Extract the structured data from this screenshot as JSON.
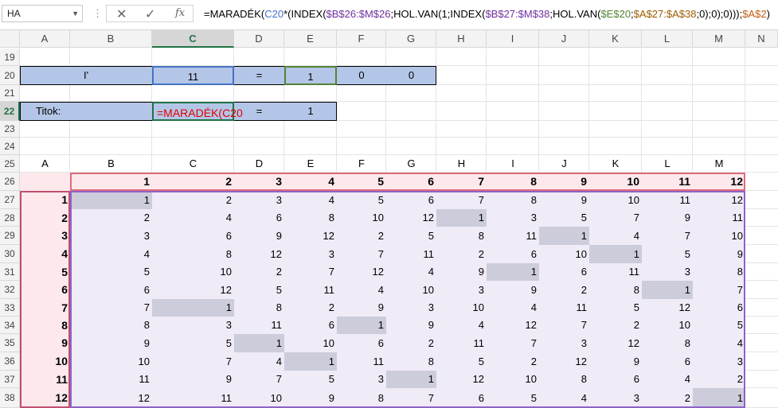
{
  "formula_bar": {
    "name_box": "HA",
    "formula_parts": [
      {
        "t": "=MARADÉK(",
        "c": ""
      },
      {
        "t": "C20",
        "c": "ref-blue"
      },
      {
        "t": "*(INDEX(",
        "c": ""
      },
      {
        "t": "$B$26:$M$26",
        "c": "ref-purple"
      },
      {
        "t": ";HOL.VAN(1;INDEX(",
        "c": ""
      },
      {
        "t": "$B$27:$M$38",
        "c": "ref-purple"
      },
      {
        "t": ";HOL.VAN(",
        "c": ""
      },
      {
        "t": "$E$20",
        "c": "ref-green"
      },
      {
        "t": ";",
        "c": ""
      },
      {
        "t": "$A$27:$A$38",
        "c": "ref-brown"
      },
      {
        "t": ";0);0);0)));",
        "c": ""
      },
      {
        "t": "$A$2",
        "c": "ref-orange"
      },
      {
        "t": ")",
        "c": ""
      }
    ]
  },
  "columns": [
    "A",
    "B",
    "C",
    "D",
    "E",
    "F",
    "G",
    "H",
    "I",
    "J",
    "K",
    "L",
    "M",
    "N"
  ],
  "selected_column": "C",
  "rows": [
    "19",
    "20",
    "21",
    "22",
    "23",
    "24",
    "25",
    "26",
    "27",
    "28",
    "29",
    "30",
    "31",
    "32",
    "33",
    "34",
    "35",
    "36",
    "37",
    "38"
  ],
  "selected_row": "22",
  "row20": {
    "label": "I'",
    "c": "11",
    "eq": "=",
    "e": "1",
    "f": "0",
    "g": "0"
  },
  "row22": {
    "label": "Titok:",
    "edit": "=MARADÉK(C20",
    "eq": "=",
    "e": "1"
  },
  "row25": [
    "A",
    "B",
    "C",
    "D",
    "E",
    "F",
    "G",
    "H",
    "I",
    "J",
    "K",
    "L",
    "M"
  ],
  "table": {
    "header": [
      "1",
      "2",
      "3",
      "4",
      "5",
      "6",
      "7",
      "8",
      "9",
      "10",
      "11",
      "12"
    ],
    "row_labels": [
      "1",
      "2",
      "3",
      "4",
      "5",
      "6",
      "7",
      "8",
      "9",
      "10",
      "11",
      "12"
    ],
    "values": [
      [
        "1",
        "2",
        "3",
        "4",
        "5",
        "6",
        "7",
        "8",
        "9",
        "10",
        "11",
        "12"
      ],
      [
        "2",
        "4",
        "6",
        "8",
        "10",
        "12",
        "1",
        "3",
        "5",
        "7",
        "9",
        "11"
      ],
      [
        "3",
        "6",
        "9",
        "12",
        "2",
        "5",
        "8",
        "11",
        "1",
        "4",
        "7",
        "10"
      ],
      [
        "4",
        "8",
        "12",
        "3",
        "7",
        "11",
        "2",
        "6",
        "10",
        "1",
        "5",
        "9"
      ],
      [
        "5",
        "10",
        "2",
        "7",
        "12",
        "4",
        "9",
        "1",
        "6",
        "11",
        "3",
        "8"
      ],
      [
        "6",
        "12",
        "5",
        "11",
        "4",
        "10",
        "3",
        "9",
        "2",
        "8",
        "1",
        "7"
      ],
      [
        "7",
        "1",
        "8",
        "2",
        "9",
        "3",
        "10",
        "4",
        "11",
        "5",
        "12",
        "6"
      ],
      [
        "8",
        "3",
        "11",
        "6",
        "1",
        "9",
        "4",
        "12",
        "7",
        "2",
        "10",
        "5"
      ],
      [
        "9",
        "5",
        "1",
        "10",
        "6",
        "2",
        "11",
        "7",
        "3",
        "12",
        "8",
        "4"
      ],
      [
        "10",
        "7",
        "4",
        "1",
        "11",
        "8",
        "5",
        "2",
        "12",
        "9",
        "6",
        "3"
      ],
      [
        "11",
        "9",
        "7",
        "5",
        "3",
        "1",
        "12",
        "10",
        "8",
        "6",
        "4",
        "2"
      ],
      [
        "12",
        "11",
        "10",
        "9",
        "8",
        "7",
        "6",
        "5",
        "4",
        "3",
        "2",
        "1"
      ]
    ]
  }
}
